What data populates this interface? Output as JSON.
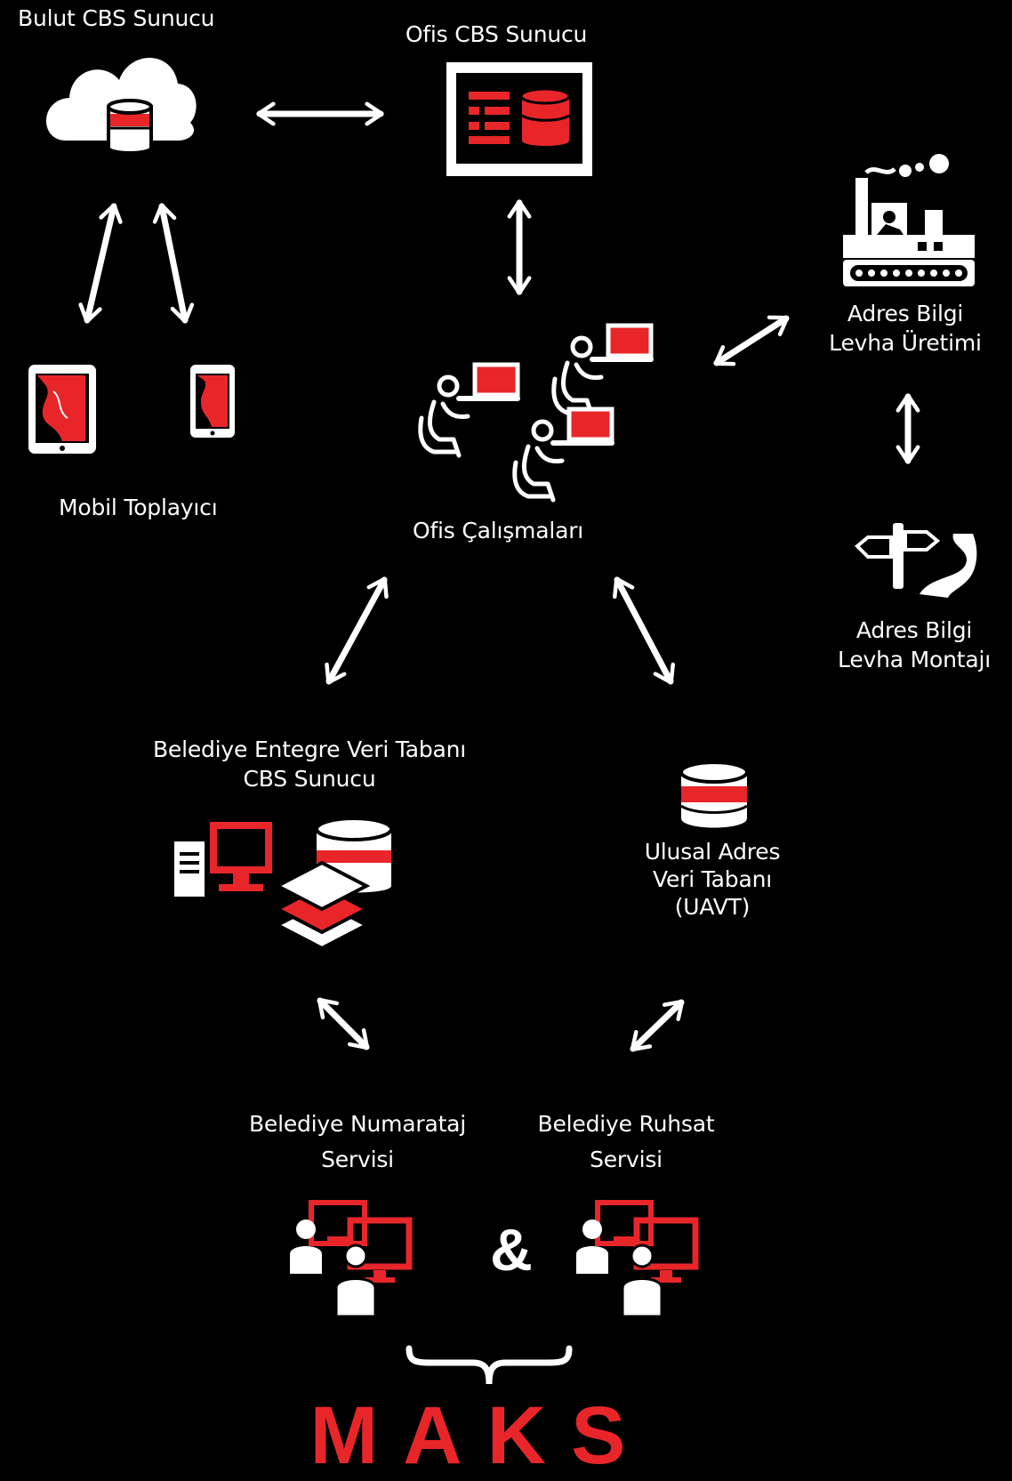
{
  "labels": {
    "cloud_server": "Bulut CBS Sunucu",
    "office_server": "Ofis CBS Sunucu",
    "mobile_collector": "Mobil Toplayıcı",
    "office_work": "Ofis Çalışmaları",
    "sign_production": [
      "Adres Bilgi",
      "Levha Üretimi"
    ],
    "sign_mounting": [
      "Adres Bilgi",
      "Levha Montajı"
    ],
    "municipality_db": [
      "Belediye Entegre Veri Tabanı",
      "CBS Sunucu"
    ],
    "national_db": [
      "Ulusal Adres",
      "Veri Tabanı",
      "(UAVT)"
    ],
    "numbering_service": [
      "Belediye Numarataj",
      "Servisi"
    ],
    "license_service": [
      "Belediye Ruhsat",
      "Servisi"
    ],
    "ampersand": "&",
    "maks": "MAKS"
  },
  "icons": {
    "cloud_server": "cloud-database-icon",
    "office_server": "monitor-database-icon",
    "tablet": "tablet-map-icon",
    "phone": "phone-map-icon",
    "office_workers": "laptop-users-icon",
    "factory": "factory-icon",
    "road_sign": "road-sign-icon",
    "municipality_db": "computer-database-layers-icon",
    "national_db": "database-icon",
    "numbering_users": "users-computers-icon",
    "license_users": "users-computers-icon",
    "brace": "curly-brace-icon"
  },
  "colors": {
    "background": "#000000",
    "foreground": "#ffffff",
    "accent": "#e8262a"
  }
}
